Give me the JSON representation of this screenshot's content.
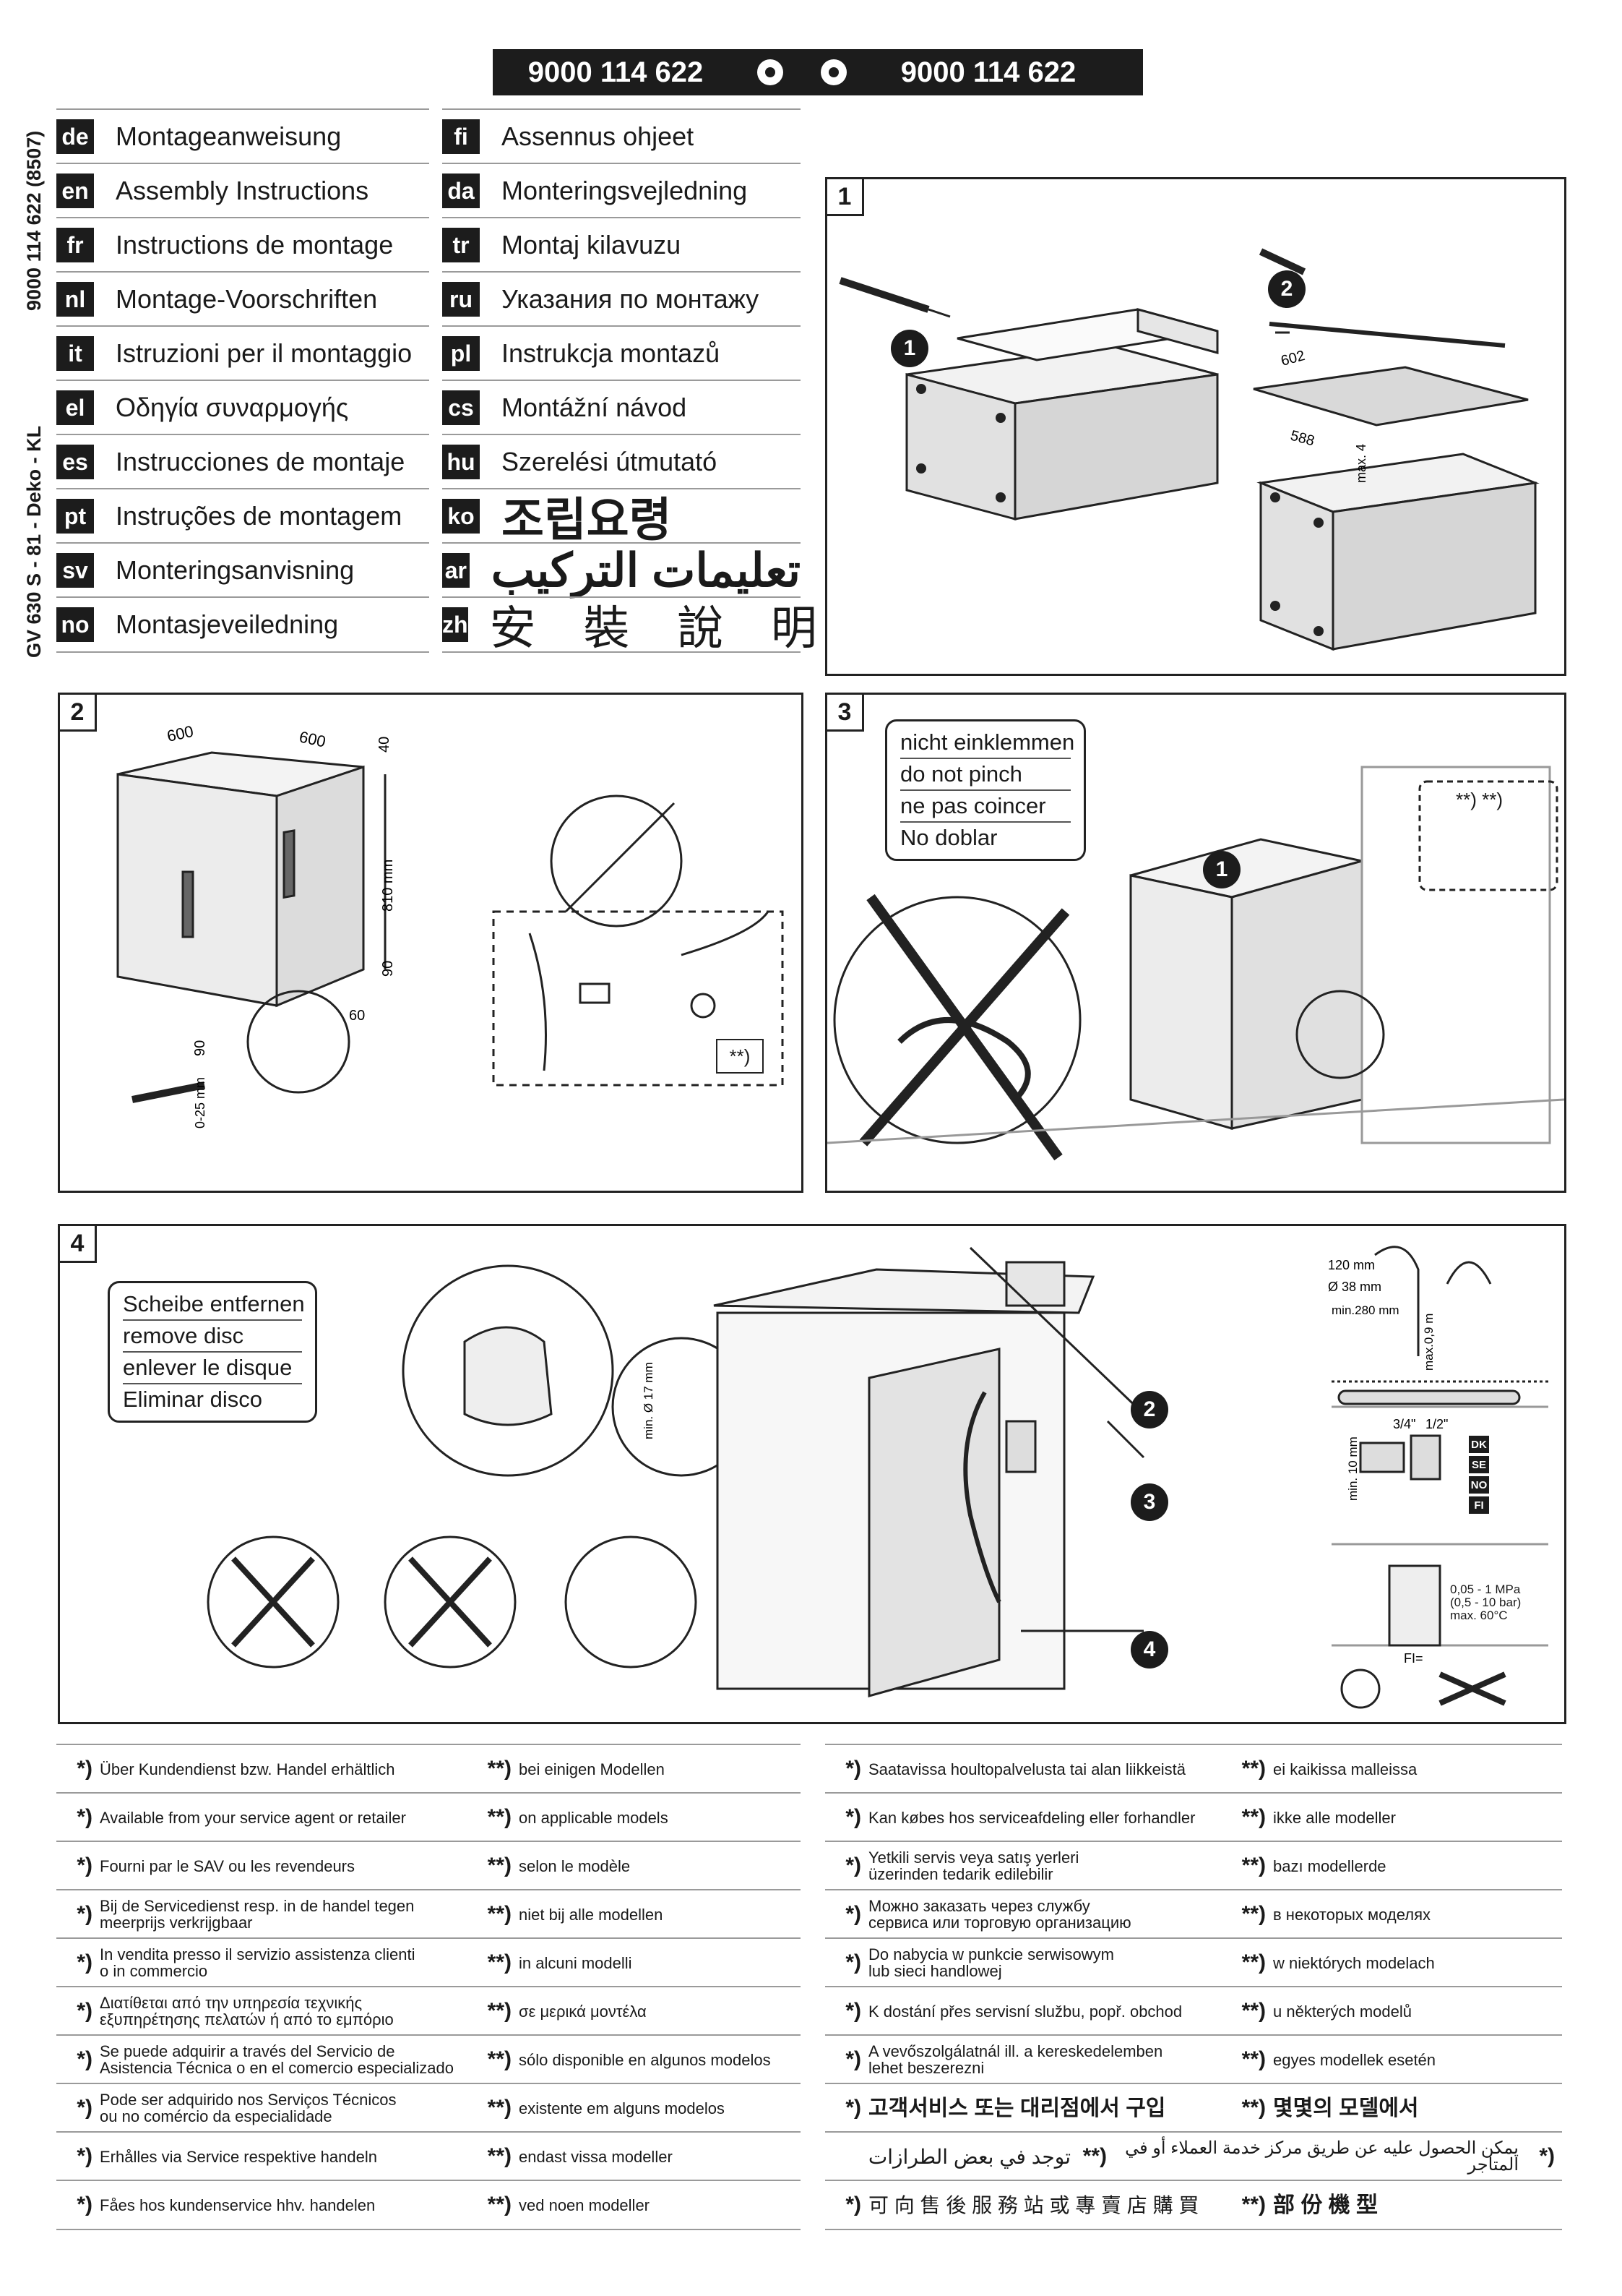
{
  "header": {
    "left_number": "9000 114 622",
    "right_number": "9000 114 622"
  },
  "side_code": {
    "top": "9000 114 622  (8507)",
    "bottom": "GV 630 S - 81 - Deko - KL"
  },
  "languages_left": [
    {
      "code": "de",
      "text": "Montageanweisung"
    },
    {
      "code": "en",
      "text": "Assembly Instructions"
    },
    {
      "code": "fr",
      "text": "Instructions de montage"
    },
    {
      "code": "nl",
      "text": "Montage-Voorschriften"
    },
    {
      "code": "it",
      "text": "Istruzioni per il montaggio"
    },
    {
      "code": "el",
      "text": "Οδηγία συναρμογής"
    },
    {
      "code": "es",
      "text": "Instrucciones de montaje"
    },
    {
      "code": "pt",
      "text": "Instruções de montagem"
    },
    {
      "code": "sv",
      "text": "Monteringsanvisning"
    },
    {
      "code": "no",
      "text": "Montasjeveiledning"
    }
  ],
  "languages_right": [
    {
      "code": "fi",
      "text": "Assennus ohjeet"
    },
    {
      "code": "da",
      "text": "Monteringsvejledning"
    },
    {
      "code": "tr",
      "text": "Montaj kilavuzu"
    },
    {
      "code": "ru",
      "text": "Указания по монтажу"
    },
    {
      "code": "pl",
      "text": "Instrukcja montazů"
    },
    {
      "code": "cs",
      "text": "Montážní návod"
    },
    {
      "code": "hu",
      "text": "Szerelési útmutató"
    },
    {
      "code": "ko",
      "text": "조립요령"
    },
    {
      "code": "ar",
      "text": "تعليمات التركيب"
    },
    {
      "code": "zh",
      "text": "安 裝 說 明"
    }
  ],
  "panel1": {
    "num": "1",
    "step1": "1",
    "step2": "2",
    "dim_a": "602",
    "dim_b": "588",
    "dim_max": "max. 4"
  },
  "panel2": {
    "num": "2",
    "w1": "600",
    "w2": "600",
    "h_top": "40",
    "h_total": "810 mm",
    "h_foot": "90",
    "d_foot": "60",
    "h_left": "90",
    "adj": "0-25 mm",
    "note": "**)"
  },
  "panel3": {
    "num": "3",
    "callout": [
      "nicht einklemmen",
      "do not pinch",
      "ne pas coincer",
      "No doblar"
    ],
    "step1": "1",
    "notes": "**)   **)"
  },
  "panel4": {
    "num": "4",
    "callout": [
      "Scheibe entfernen",
      "remove disc",
      "enlever le disque",
      "Eliminar disco"
    ],
    "steps": [
      "2",
      "3",
      "4"
    ],
    "d17": "min. Ø 17 mm",
    "d120": "120 mm",
    "d38": "Ø 38 mm",
    "min280": "min.280 mm",
    "max09": "max.0,9 m",
    "min10": "min. 10 mm",
    "thread1": "3/4\"",
    "thread2": "1/2\"",
    "countries": [
      "DK",
      "SE",
      "NO",
      "FI"
    ],
    "pressure": "0,05 - 1 MPa\n(0,5 - 10 bar)\nmax. 60°C",
    "fi_label": "FI="
  },
  "footnotes_left": [
    {
      "s": "*)",
      "a": "Über Kundendienst bzw. Handel erhältlich",
      "ds": "**)",
      "b": "bei einigen Modellen"
    },
    {
      "s": "*)",
      "a": "Available from your service agent or retailer",
      "ds": "**)",
      "b": "on applicable models"
    },
    {
      "s": "*)",
      "a": "Fourni par le SAV ou les revendeurs",
      "ds": "**)",
      "b": "selon le modèle"
    },
    {
      "s": "*)",
      "a": "Bij de Servicedienst resp. in de handel tegen\nmeerprijs verkrijgbaar",
      "ds": "**)",
      "b": "niet bij alle modellen"
    },
    {
      "s": "*)",
      "a": "In vendita presso il servizio assistenza clienti\no in commercio",
      "ds": "**)",
      "b": "in alcuni modelli"
    },
    {
      "s": "*)",
      "a": "Διατίθεται από την υπηρεσία τεχνικής\nεξυπηρέτησης πελατών ή από το εμπόριο",
      "ds": "**)",
      "b": "σε μερικά μοντέλα"
    },
    {
      "s": "*)",
      "a": "Se puede adquirir a través del Servicio de\nAsistencia Técnica o en el comercio especializado",
      "ds": "**)",
      "b": "sólo disponible en algunos modelos"
    },
    {
      "s": "*)",
      "a": "Pode ser adquirido nos Serviços Técnicos\nou no comércio da especialidade",
      "ds": "**)",
      "b": "existente em alguns modelos"
    },
    {
      "s": "*)",
      "a": "Erhålles via Service respektive handeln",
      "ds": "**)",
      "b": "endast vissa modeller"
    },
    {
      "s": "*)",
      "a": "Fåes hos kundenservice hhv. handelen",
      "ds": "**)",
      "b": "ved noen modeller"
    }
  ],
  "footnotes_right": [
    {
      "s": "*)",
      "a": "Saatavissa houltopalvelusta tai alan liikkeistä",
      "ds": "**)",
      "b": "ei kaikissa malleissa"
    },
    {
      "s": "*)",
      "a": "Kan købes hos serviceafdeling eller forhandler",
      "ds": "**)",
      "b": "ikke alle modeller"
    },
    {
      "s": "*)",
      "a": "Yetkili servis veya satış yerleri\nüzerinden tedarik edilebilir",
      "ds": "**)",
      "b": "bazı modellerde"
    },
    {
      "s": "*)",
      "a": "Можно заказать через службу\nсервиса или торговую организацию",
      "ds": "**)",
      "b": "в некоторых моделях"
    },
    {
      "s": "*)",
      "a": "Do nabycia w punkcie serwisowym\nlub sieci handlowej",
      "ds": "**)",
      "b": "w niektórych modelach"
    },
    {
      "s": "*)",
      "a": "K dostání přes servisní službu, popř. obchod",
      "ds": "**)",
      "b": "u některých modelů"
    },
    {
      "s": "*)",
      "a": "A vevőszolgálatnál ill. a kereskedelemben\nlehet beszerezni",
      "ds": "**)",
      "b": "egyes modellek esetén"
    },
    {
      "s": "*)",
      "a": "고객서비스 또는 대리점에서 구입",
      "ds": "**)",
      "b": "몇몇의 모델에서"
    },
    {
      "s": "*)",
      "a": "يمكن الحصول عليه عن طريق مركز خدمة العملاء أو في المتاجر",
      "ds": "**)",
      "b": "توجد في بعض الطرازات"
    },
    {
      "s": "*)",
      "a": "可 向 售 後 服 務 站 或 專 賣 店 購 買",
      "ds": "**)",
      "b": "部 份 機 型"
    }
  ]
}
